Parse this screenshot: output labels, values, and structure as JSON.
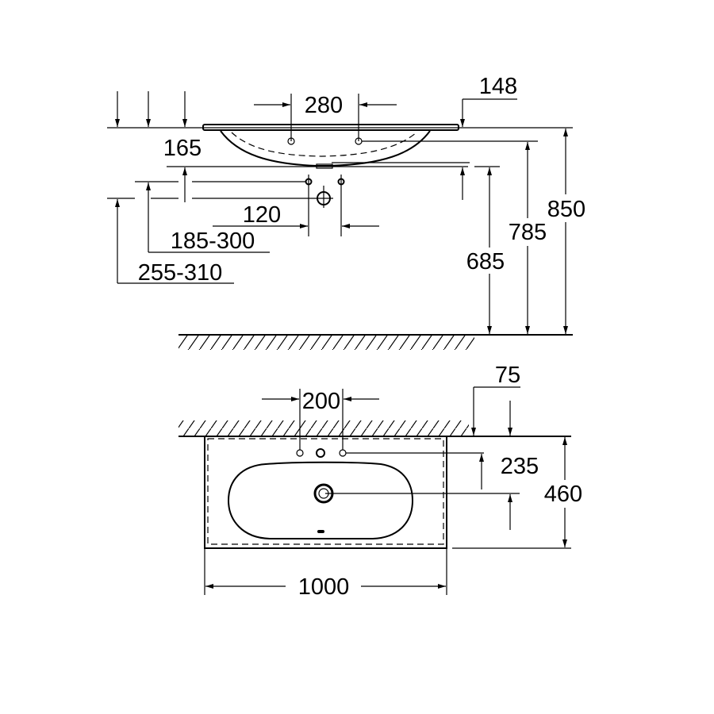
{
  "side_view": {
    "dims": {
      "tap_spacing": "280",
      "overflow_offset": "148",
      "bowl_depth": "165",
      "valve_spacing": "120",
      "valve_height": "185-300",
      "drain_height": "255-310",
      "bowl_bottom_height": "685",
      "tap_height": "785",
      "rim_height": "850"
    }
  },
  "plan_view": {
    "dims": {
      "tap_spacing": "200",
      "tap_offset": "75",
      "drain_distance": "235",
      "depth": "460",
      "width": "1000"
    }
  }
}
